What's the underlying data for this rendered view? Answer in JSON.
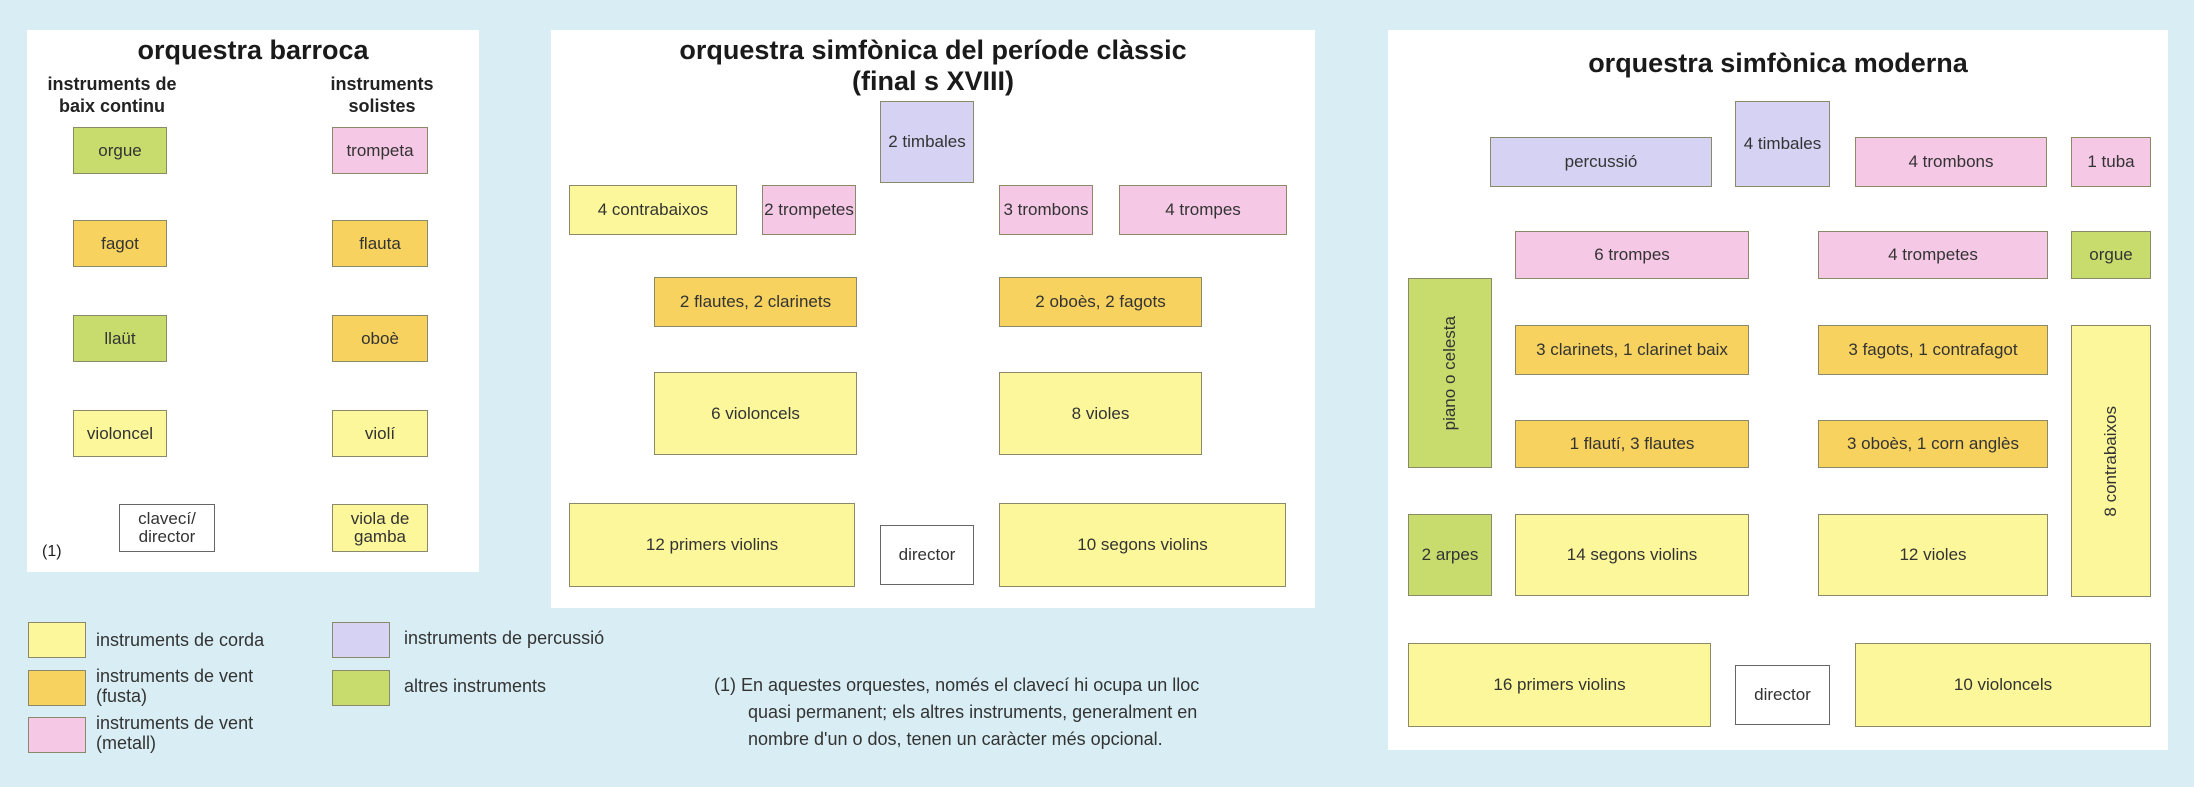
{
  "baroque": {
    "title": "orquestra barroca",
    "col1_head": "instruments de baix continu",
    "col2_head": "instruments solistes",
    "orgue": "orgue",
    "fagot": "fagot",
    "llaut": "llaüt",
    "violoncel": "violoncel",
    "clavecí": "clavecí/ director",
    "trompeta": "trompeta",
    "flauta": "flauta",
    "oboe": "oboè",
    "violi": "violí",
    "viola": "viola de gamba",
    "note": "(1)"
  },
  "classic": {
    "title": "orquestra simfònica del període clàssic",
    "subtitle": "(final s  XVIII)",
    "timbales": "2 timbales",
    "contrabaixos": "4 contrabaixos",
    "trompetes": "2 trompetes",
    "trombons": "3 trombons",
    "trompes": "4 trompes",
    "flautes": "2 flautes, 2 clarinets",
    "oboes": "2 oboès, 2 fagots",
    "violoncels": "6 violoncels",
    "violes": "8 violes",
    "primers": "12 primers violins",
    "director": "director",
    "segons": "10 segons violins"
  },
  "modern": {
    "title": "orquestra simfònica moderna",
    "percussio": "percussió",
    "timbales": "4 timbales",
    "trombons": "4 trombons",
    "tuba": "1 tuba",
    "trompes": "6 trompes",
    "trompetes": "4 trompetes",
    "orgue": "orgue",
    "piano": "piano o celesta",
    "clarinets": "3 clarinets, 1 clarinet baix",
    "fagots": "3 fagots,  1 contrafagot",
    "contrabaixos": "8 contrabaixos",
    "flautes": "1 flautí,  3 flautes",
    "oboes": "3 oboès,  1 corn anglès",
    "arpes": "2 arpes",
    "segons": "14 segons violins",
    "violes": "12 violes",
    "primers": "16 primers violins",
    "director": "director",
    "violoncels": "10 violoncels"
  },
  "legend": {
    "corda": "instruments de corda",
    "fusta": "instruments de vent (fusta)",
    "metall": "instruments de vent (metall)",
    "perc": "instruments de percussió",
    "altres": "altres instruments"
  },
  "footnote": {
    "line1": "(1) En aquestes orquestes, només el clavecí hi ocupa un lloc",
    "line2": "quasi permanent; els altres instruments, generalment en",
    "line3": "nombre d'un o dos, tenen un caràcter més opcional."
  },
  "colors": {
    "corda": "#fbf79a",
    "fusta": "#f7d25e",
    "metall": "#f5c8e6",
    "perc": "#d6d2f3",
    "altres": "#c8dc6e",
    "background": "#d8eef4"
  }
}
